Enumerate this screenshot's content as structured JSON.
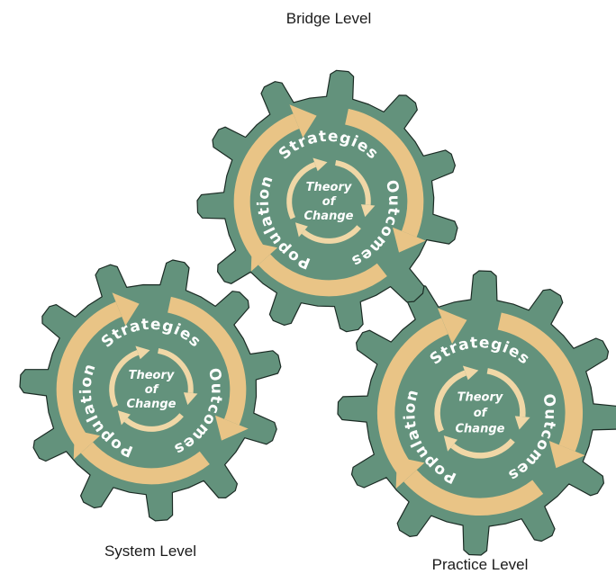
{
  "levels": {
    "bridge": {
      "label": "Bridge Level",
      "strategies": "Strategies",
      "outcomes": "Outcomes",
      "population": "Population",
      "center": [
        "Theory",
        "of",
        "Change"
      ]
    },
    "system": {
      "label": "System Level",
      "strategies": "Strategies",
      "outcomes": "Outcomes",
      "population": "Population",
      "center": [
        "Theory",
        "of",
        "Change"
      ]
    },
    "practice": {
      "label": "Practice Level",
      "strategies": "Strategies",
      "outcomes": "Outcomes",
      "population": "Population",
      "center": [
        "Theory",
        "of",
        "Change"
      ]
    }
  },
  "colors": {
    "gear": "#63927c",
    "gear_outline": "#1b2b24",
    "ring_arrow": "#e9c486",
    "inner_arrow": "#f0d7a6",
    "text_on_gear": "#ffffff"
  }
}
